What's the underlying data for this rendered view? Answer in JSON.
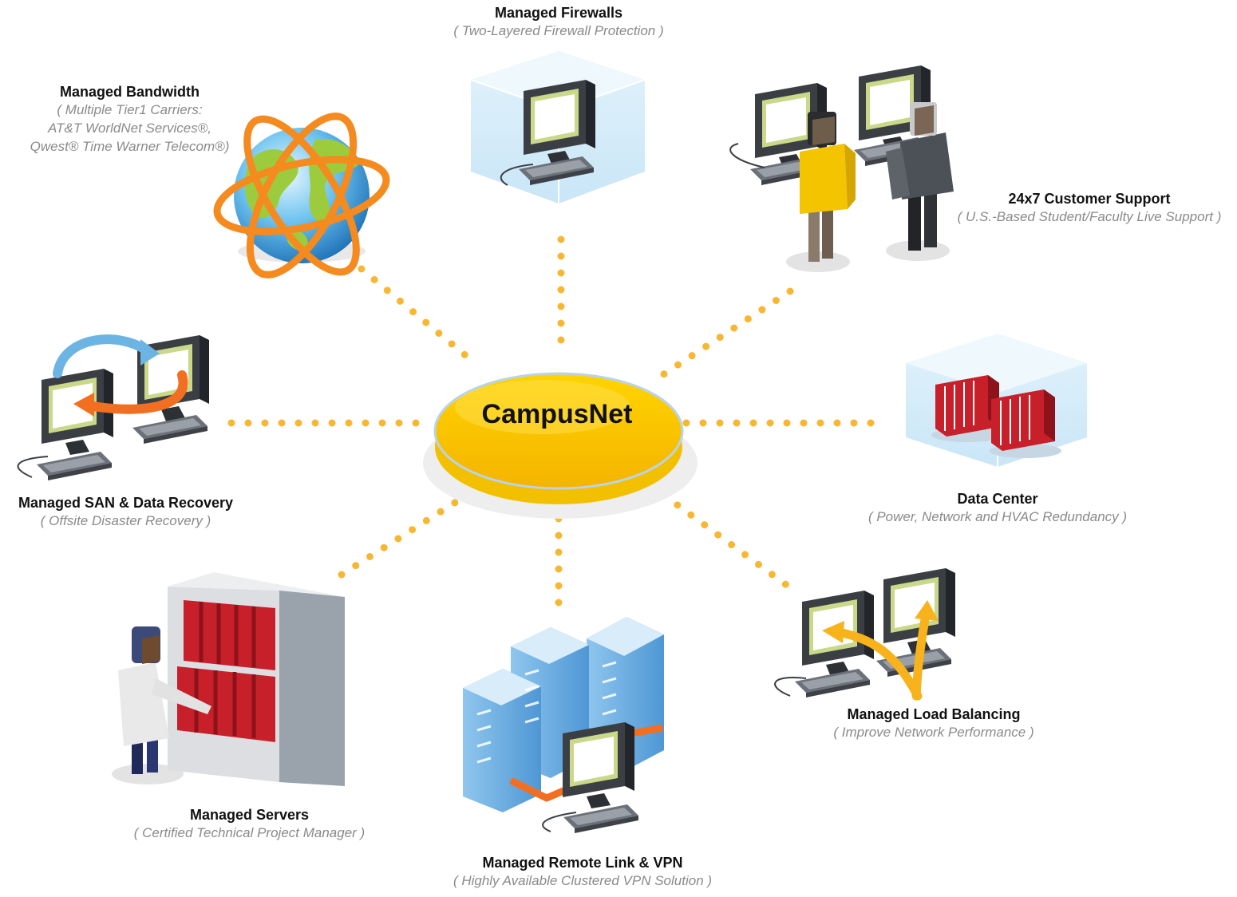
{
  "hub": {
    "label": "CampusNet"
  },
  "services": {
    "firewalls": {
      "title": "Managed Firewalls",
      "sub": "( Two-Layered Firewall Protection )"
    },
    "bandwidth": {
      "title": "Managed Bandwidth",
      "lines": [
        "( Multiple Tier1 Carriers:",
        "AT&T WorldNet Services®,",
        "Qwest® Time Warner Telecom®)"
      ]
    },
    "support": {
      "title": "24x7 Customer Support",
      "sub": "( U.S.-Based Student/Faculty Live Support )"
    },
    "san": {
      "title": "Managed SAN & Data Recovery",
      "sub": "( Offsite Disaster Recovery )"
    },
    "datacenter": {
      "title": "Data Center",
      "sub": "( Power, Network and HVAC Redundancy )"
    },
    "servers": {
      "title": "Managed Servers",
      "sub": "( Certified Technical Project Manager )"
    },
    "vpn": {
      "title": "Managed Remote Link & VPN",
      "sub": "( Highly Available Clustered VPN Solution )"
    },
    "loadbalancing": {
      "title": "Managed Load Balancing",
      "sub": "( Improve Network Performance )"
    }
  },
  "colors": {
    "hub": "#f9c400",
    "dots": "#f7b733",
    "orange": "#f26f21",
    "blue": "#6cb4e4",
    "red": "#c8202b",
    "monitor": "#3b3f44",
    "screen": "#c9d889"
  },
  "icons": [
    "globe-icon",
    "monitor-icon",
    "operator-icon",
    "server-rack-icon",
    "cabinet-icon",
    "arrow-icon"
  ]
}
